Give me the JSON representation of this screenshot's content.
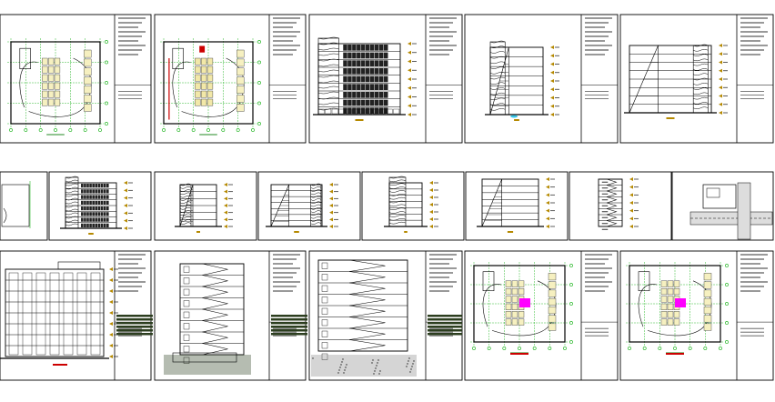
{
  "canvas": {
    "background": "#ffffff",
    "ink": "#000000"
  },
  "accent_colors": {
    "grid_axis": "#00aa00",
    "level_marker": "#b58900",
    "highlight": "#ff00ff",
    "section_cut": "#cc0000",
    "soil_fill": "#2c3e1f",
    "lawn": "#8a8a3a"
  },
  "rows": [
    {
      "id": "row-top",
      "sheets": [
        {
          "id": "sheet-ground-floor-plan",
          "kind": "plan",
          "title_block": true
        },
        {
          "id": "sheet-parking-plan",
          "kind": "plan",
          "title_block": true
        },
        {
          "id": "sheet-front-elevation",
          "kind": "elevation",
          "title_block": true
        },
        {
          "id": "sheet-side-elevation",
          "kind": "elevation",
          "title_block": true
        },
        {
          "id": "sheet-rear-elevation",
          "kind": "elevation",
          "title_block": true
        }
      ]
    },
    {
      "id": "row-middle",
      "sheets": [
        {
          "id": "sheet-mini-plan-partial",
          "kind": "plan",
          "title_block": false
        },
        {
          "id": "sheet-mini-front-elevation",
          "kind": "elevation",
          "title_block": false
        },
        {
          "id": "sheet-mini-side-elevation",
          "kind": "elevation",
          "title_block": false
        },
        {
          "id": "sheet-mini-rear-elevation",
          "kind": "elevation",
          "title_block": false
        },
        {
          "id": "sheet-mini-end-elevation",
          "kind": "elevation",
          "title_block": false
        },
        {
          "id": "sheet-mini-section-a",
          "kind": "section",
          "title_block": false
        },
        {
          "id": "sheet-mini-section-b",
          "kind": "section",
          "title_block": false
        },
        {
          "id": "sheet-site-plan",
          "kind": "site-plan",
          "title_block": false
        }
      ]
    },
    {
      "id": "row-bottom",
      "sheets": [
        {
          "id": "sheet-longitudinal-elevation",
          "kind": "elevation",
          "title_block": true
        },
        {
          "id": "sheet-stair-section",
          "kind": "section",
          "title_block": true
        },
        {
          "id": "sheet-cross-section",
          "kind": "section",
          "title_block": true
        },
        {
          "id": "sheet-typical-floor-plan",
          "kind": "plan",
          "title_block": true
        },
        {
          "id": "sheet-first-floor-plan",
          "kind": "plan",
          "title_block": true
        }
      ]
    }
  ]
}
